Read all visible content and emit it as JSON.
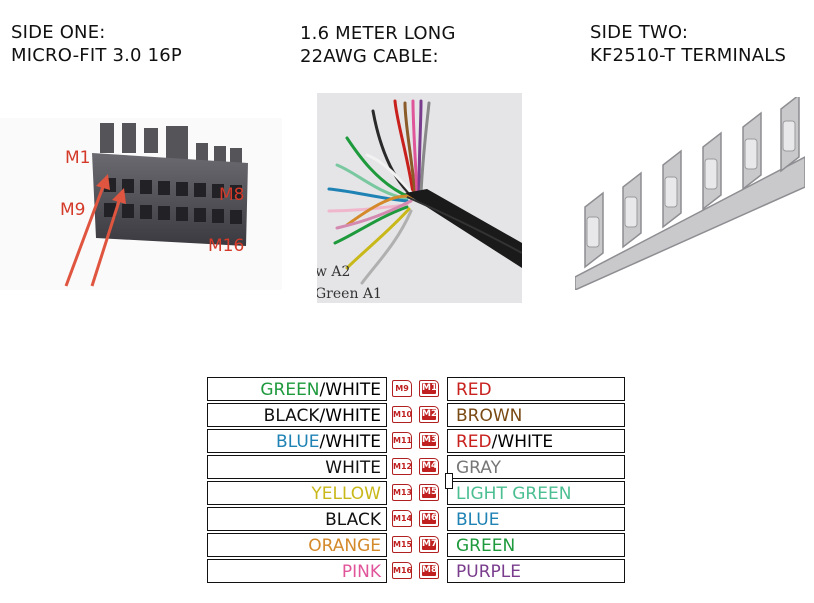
{
  "headers": {
    "side_one": {
      "line1": "SIDE ONE:",
      "line2": "MICRO-FIT 3.0 16P"
    },
    "cable": {
      "line1": "1.6 METER LONG",
      "line2": "22AWG CABLE:"
    },
    "side_two": {
      "line1": "SIDE TWO:",
      "line2": "KF2510-T TERMINALS"
    }
  },
  "connector_labels": {
    "m1": "M1",
    "m9": "M9",
    "m8": "M8",
    "m16": "M16"
  },
  "cable_captions": {
    "line1": "w A2",
    "line2": "Green A1"
  },
  "colors": {
    "green": "#1e9a3c",
    "blue": "#1f82b4",
    "yellow": "#c9b81a",
    "orange": "#d4892a",
    "pink": "#e0559a",
    "red": "#c8201c",
    "brown": "#7a4a14",
    "gray": "#777777",
    "light_green": "#4cbf92",
    "purple": "#7a3c8c",
    "black": "#111111",
    "badge": "#c02020"
  },
  "rows": [
    {
      "left_color": "GREEN",
      "left_slash": "/",
      "left_suffix": "WHITE",
      "left_pin": "M9",
      "right_pin": "M1",
      "right_color": "RED",
      "right_slash": "",
      "right_suffix": ""
    },
    {
      "left_color": "BLACK",
      "left_slash": "/",
      "left_suffix": "WHITE",
      "left_pin": "M10",
      "right_pin": "M2",
      "right_color": "BROWN",
      "right_slash": "",
      "right_suffix": ""
    },
    {
      "left_color": "BLUE",
      "left_slash": "/",
      "left_suffix": "WHITE",
      "left_pin": "M11",
      "right_pin": "M3",
      "right_color": "RED",
      "right_slash": "/",
      "right_suffix": "WHITE"
    },
    {
      "left_color": "WHITE",
      "left_slash": "",
      "left_suffix": "",
      "left_pin": "M12",
      "right_pin": "M4",
      "right_color": "GRAY",
      "right_slash": "",
      "right_suffix": ""
    },
    {
      "left_color": "YELLOW",
      "left_slash": "",
      "left_suffix": "",
      "left_pin": "M13",
      "right_pin": "M5",
      "right_color": "LIGHT GREEN",
      "right_slash": "",
      "right_suffix": ""
    },
    {
      "left_color": "BLACK",
      "left_slash": "",
      "left_suffix": "",
      "left_pin": "M14",
      "right_pin": "M6",
      "right_color": "BLUE",
      "right_slash": "",
      "right_suffix": ""
    },
    {
      "left_color": "ORANGE",
      "left_slash": "",
      "left_suffix": "",
      "left_pin": "M15",
      "right_pin": "M7",
      "right_color": "GREEN",
      "right_slash": "",
      "right_suffix": ""
    },
    {
      "left_color": "PINK",
      "left_slash": "",
      "left_suffix": "",
      "left_pin": "M16",
      "right_pin": "M8",
      "right_color": "PURPLE",
      "right_slash": "",
      "right_suffix": ""
    }
  ]
}
